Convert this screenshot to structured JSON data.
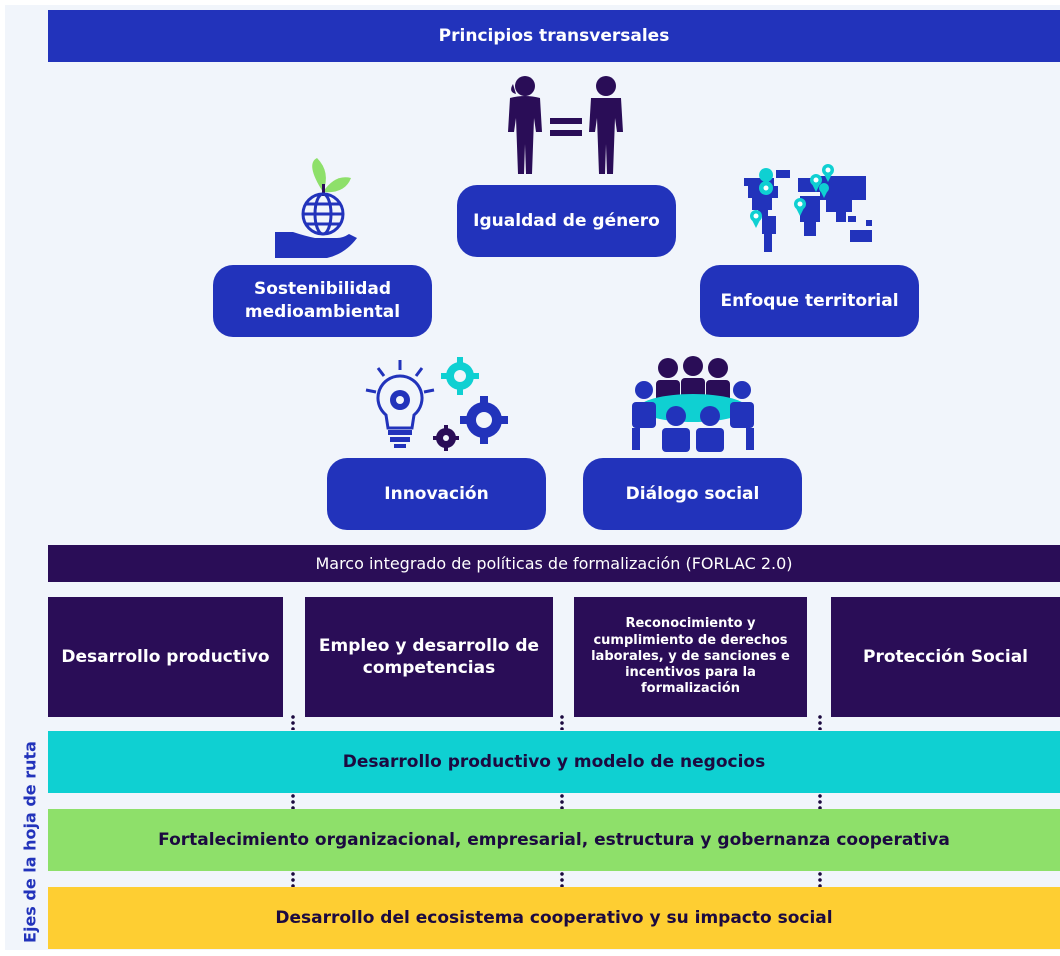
{
  "header": {
    "title": "Principios transversales"
  },
  "principles": {
    "igualdad": "Igualdad de género",
    "sostenibilidad": "Sostenibilidad medioambiental",
    "territorial": "Enfoque territorial",
    "innovacion": "Innovación",
    "dialogo": "Diálogo social"
  },
  "framework": {
    "title": "Marco integrado de políticas de formalización (FORLAC 2.0)"
  },
  "pillars": [
    "Desarrollo productivo",
    "Empleo y desarrollo de competencias",
    "Reconocimiento y cumplimiento de derechos laborales, y de sanciones e incentivos para la formalización",
    "Protección Social"
  ],
  "axes": {
    "label": "Ejes de la hoja de ruta",
    "items": [
      "Desarrollo productivo y modelo de negocios",
      "Fortalecimiento organizacional, empresarial, estructura y gobernanza cooperativa",
      "Desarrollo del ecosistema cooperativo y su impacto social"
    ]
  },
  "colors": {
    "blue": "#2233bb",
    "dark_purple": "#2a0d57",
    "cyan": "#0fd0d2",
    "green": "#8ee06a",
    "yellow": "#fece32"
  },
  "icons": [
    "people-equal-icon",
    "globe-plant-hand-icon",
    "world-map-pins-icon",
    "lightbulb-gears-icon",
    "meeting-table-icon"
  ]
}
